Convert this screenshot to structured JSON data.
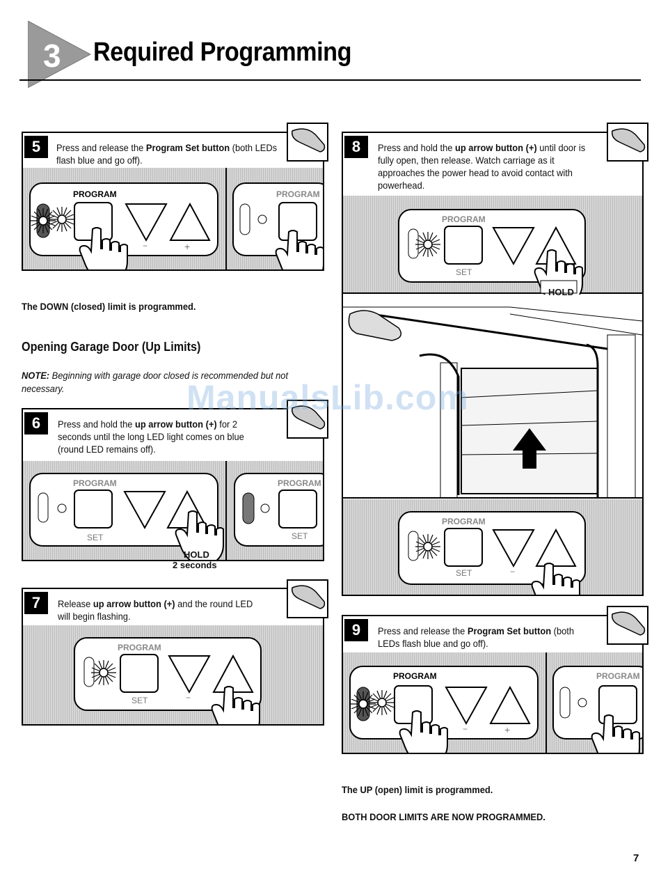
{
  "header": {
    "section_number": "3",
    "title": "Required Programming"
  },
  "step5": {
    "number": "5",
    "text_pre": "Press and release the ",
    "text_bold": "Program Set button",
    "text_post": " (both LEDs flash blue and go off)."
  },
  "step5_result": "The DOWN (closed) limit is programmed.",
  "subheading": "Opening Garage Door (Up Limits)",
  "note": {
    "label": "NOTE:",
    "text": " Beginning with garage door closed is recommended but not necessary."
  },
  "step6": {
    "number": "6",
    "text_pre": "Press and hold the ",
    "text_bold": "up arrow button (+)",
    "text_post": " for 2 seconds until the long LED light comes on blue (round LED remains off).",
    "hold_label": "HOLD",
    "hold_duration": "2 seconds"
  },
  "step7": {
    "number": "7",
    "text_pre": "Release ",
    "text_bold": "up arrow button (+)",
    "text_post": " and the round LED will begin flashing."
  },
  "step8": {
    "number": "8",
    "text_pre": "Press and hold the ",
    "text_bold": "up arrow button (+)",
    "text_post": " until door is fully open, then release. Watch carriage as it approaches the power head to avoid contact with powerhead.",
    "hold_label": "HOLD"
  },
  "step9": {
    "number": "9",
    "text_pre": "Press and release the ",
    "text_bold": "Program Set button",
    "text_post": " (both LEDs flash blue and go off)."
  },
  "step9_result": "The UP (open) limit is programmed.",
  "final_note": "BOTH DOOR LIMITS ARE NOW PROGRAMMED.",
  "remote": {
    "program_label": "PROGRAM",
    "set_label": "SET",
    "minus_label": "−",
    "plus_label": "+"
  },
  "watermark": "ManualsLib.com",
  "page_number": "7"
}
